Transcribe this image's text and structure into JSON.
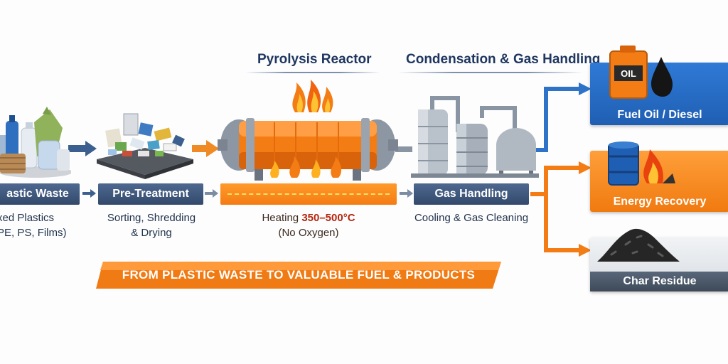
{
  "headings": {
    "reactor": "Pyrolysis Reactor",
    "condensation": "Condensation & Gas Handling"
  },
  "stages": [
    {
      "label": "astic Waste",
      "desc_line1": "xed Plastics",
      "desc_line2": "PE, PS, Films)"
    },
    {
      "label": "Pre-Treatment",
      "desc_line1": "Sorting, Shredding",
      "desc_line2": "& Drying"
    },
    {
      "desc_prefix": "Heating ",
      "desc_temp": "350–500°C",
      "desc_line2": "(No Oxygen)"
    },
    {
      "label": "Gas Handling",
      "desc_line1": "Cooling & Gas Cleaning"
    }
  ],
  "products": [
    {
      "label": "Fuel Oil / Diesel",
      "icon_text": "OIL"
    },
    {
      "label": "Energy Recovery"
    },
    {
      "label": "Char Residue"
    }
  ],
  "banner": "FROM PLASTIC WASTE TO VALUABLE FUEL & PRODUCTS",
  "colors": {
    "navy": "#33496b",
    "orange": "#f47c14",
    "blue": "#2f73c9",
    "gray": "#6b7785"
  }
}
